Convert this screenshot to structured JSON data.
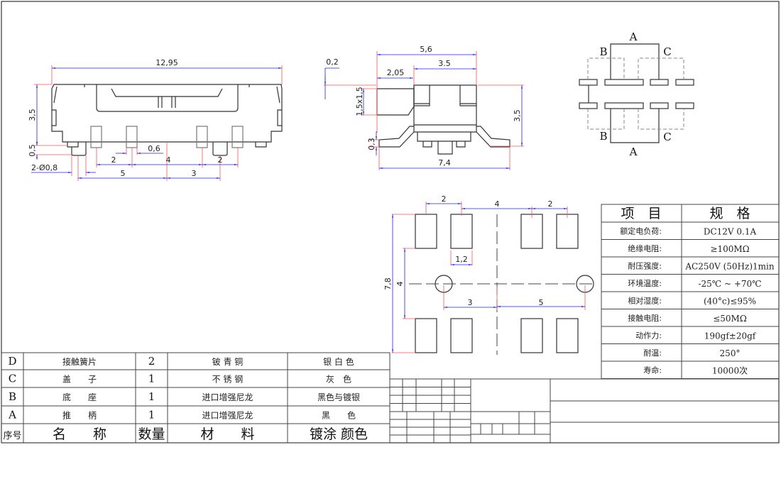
{
  "front_view": {
    "width": "12,95",
    "height": "3,5",
    "pin_offset": "0,5",
    "pin_dia": "2-Ø0,8",
    "pin_width": "0,6",
    "pitch_left": "2",
    "pitch_mid": "4",
    "pitch_right": "2",
    "peg_left": "5",
    "peg_right": "3"
  },
  "side_view": {
    "total": "5,6",
    "body": "3.5",
    "actuator": "2,05",
    "gap": "0,2",
    "actuator_size": "1,5x1,5",
    "height": "3,5",
    "leg": "0,3",
    "span": "7,4"
  },
  "schematic": {
    "a_top": "A",
    "b_top": "B",
    "c_top": "C",
    "a_bottom": "A",
    "b_bottom": "B",
    "c_bottom": "C"
  },
  "footprint": {
    "pitch_left": "2",
    "pitch_mid": "4",
    "pitch_right": "2",
    "pad_width": "1,2",
    "total_height": "7,8",
    "row_gap": "4",
    "hole_left": "3",
    "hole_right": "5"
  },
  "spec_table": {
    "header": [
      "项　目",
      "规　格"
    ],
    "rows": [
      [
        "额定电负荷:",
        "DC12V 0.1A"
      ],
      [
        "绝缘电阻:",
        "≥100MΩ"
      ],
      [
        "耐压强度:",
        "AC250V (50Hz)1min"
      ],
      [
        "环境温度:",
        "-25℃ ~ +70℃"
      ],
      [
        "相对湿度:",
        "(40°c)≤95%"
      ],
      [
        "接触电阻:",
        "≤50MΩ"
      ],
      [
        "动作力:",
        "190gf±20gf"
      ],
      [
        "耐温:",
        "250°"
      ],
      [
        "寿命:",
        "10000次"
      ]
    ]
  },
  "bom_table": {
    "rows": [
      [
        "D",
        "接触簧片",
        "2",
        "铍 青 铜",
        "银 白 色"
      ],
      [
        "C",
        "盖　　子",
        "1",
        "不 锈 钢",
        "灰　色"
      ],
      [
        "B",
        "底　　座",
        "1",
        "进口增强尼龙",
        "黑色与镀银"
      ],
      [
        "A",
        "推　　柄",
        "1",
        "进口增强尼龙",
        "黑　　色"
      ]
    ],
    "header": [
      "序号",
      "名　　称",
      "数量",
      "材　　料",
      "镀涂 颜色"
    ]
  }
}
